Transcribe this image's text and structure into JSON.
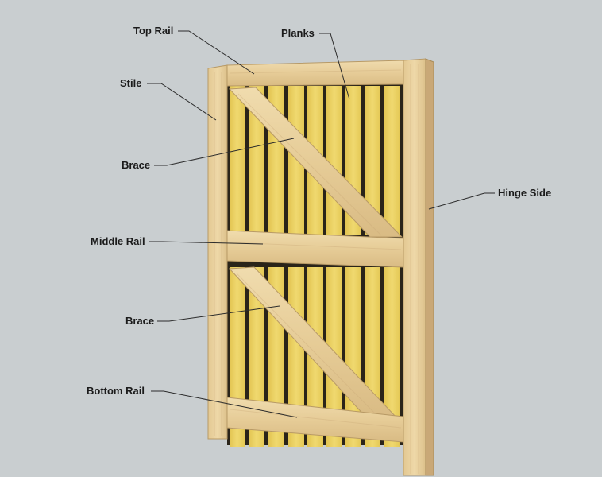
{
  "labels": {
    "top_rail": "Top Rail",
    "planks": "Planks",
    "stile": "Stile",
    "brace_upper": "Brace",
    "hinge_side": "Hinge Side",
    "middle_rail": "Middle Rail",
    "brace_lower": "Brace",
    "bottom_rail": "Bottom Rail"
  },
  "colors": {
    "background": "#c9ced0",
    "planks": "#e9cf5e",
    "timber": "#ead19a",
    "timber_shade": "#c9a877",
    "plank_gap": "#2a2419",
    "leader": "#2b2b2b"
  }
}
